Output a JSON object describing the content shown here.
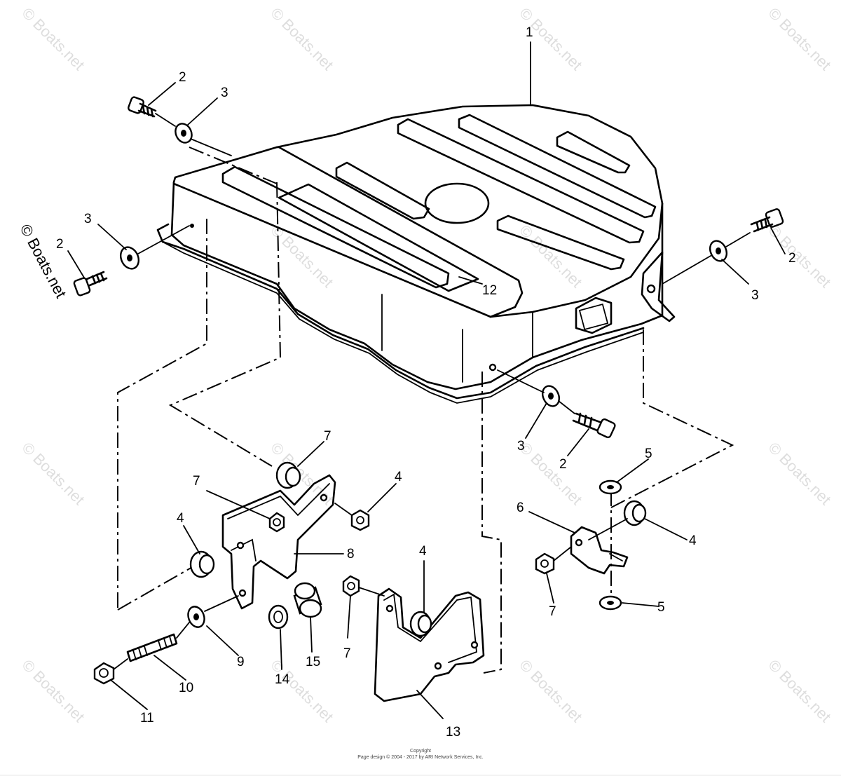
{
  "watermark": "© Boats.net",
  "callouts": [
    "1",
    "2",
    "3",
    "2",
    "3",
    "2",
    "3",
    "3",
    "2",
    "12",
    "7",
    "7",
    "4",
    "4",
    "8",
    "4",
    "5",
    "6",
    "4",
    "7",
    "5",
    "9",
    "10",
    "11",
    "14",
    "15",
    "7",
    "13"
  ],
  "copyright": {
    "line1": "Copyright",
    "line2": "Page design © 2004 - 2017 by ARI Network Services, Inc."
  }
}
